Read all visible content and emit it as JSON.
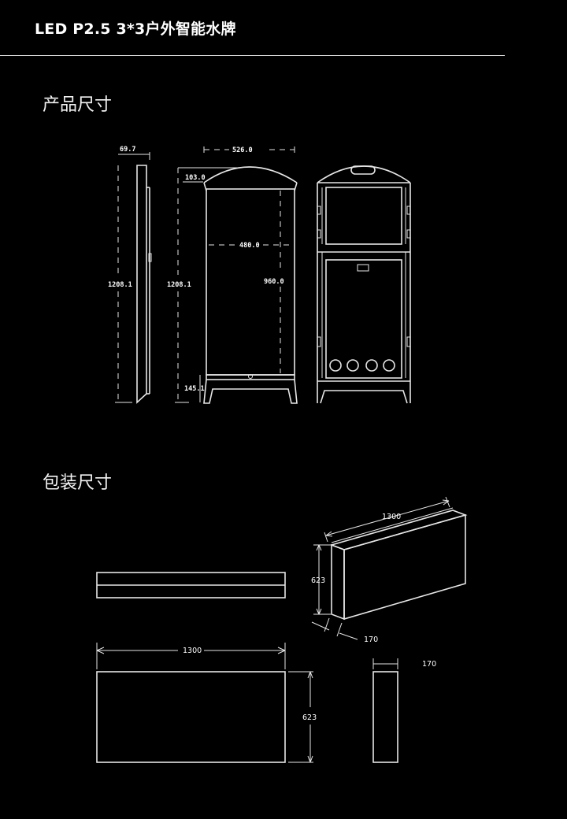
{
  "header": {
    "title": "LED P2.5 3*3户外智能水牌"
  },
  "product_section": {
    "title": "产品尺寸",
    "dims": {
      "depth": "69.7",
      "width": "526.0",
      "arch_height": "103.0",
      "side_height": "1208.1",
      "front_height": "1208.1",
      "screen_width": "480.0",
      "screen_height": "960.0",
      "base_height": "145.1"
    }
  },
  "package_section": {
    "title": "包装尺寸",
    "dims": {
      "iso_length": "1300",
      "iso_height": "623",
      "iso_depth": "170",
      "front_length": "1300",
      "front_height": "623",
      "side_depth": "170"
    }
  }
}
